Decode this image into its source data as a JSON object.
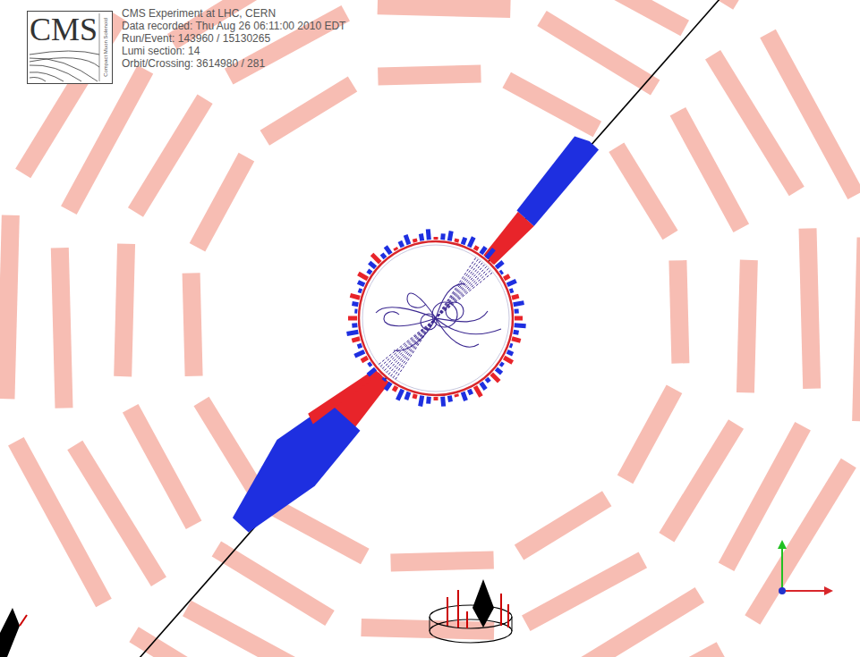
{
  "diagram": {
    "nodes": [
      {
        "text": [
          "CMS",
          "Compact Muon Solenoid"
        ]
      }
    ],
    "labels": [
      "CMS Experiment at LHC, CERN",
      "Data recorded: Thu Aug 26 06:11:00 2010 EDT",
      "Run/Event: 143960 / 15130265",
      "Lumi section: 14",
      "Orbit/Crossing: 3614980 / 281"
    ]
  }
}
